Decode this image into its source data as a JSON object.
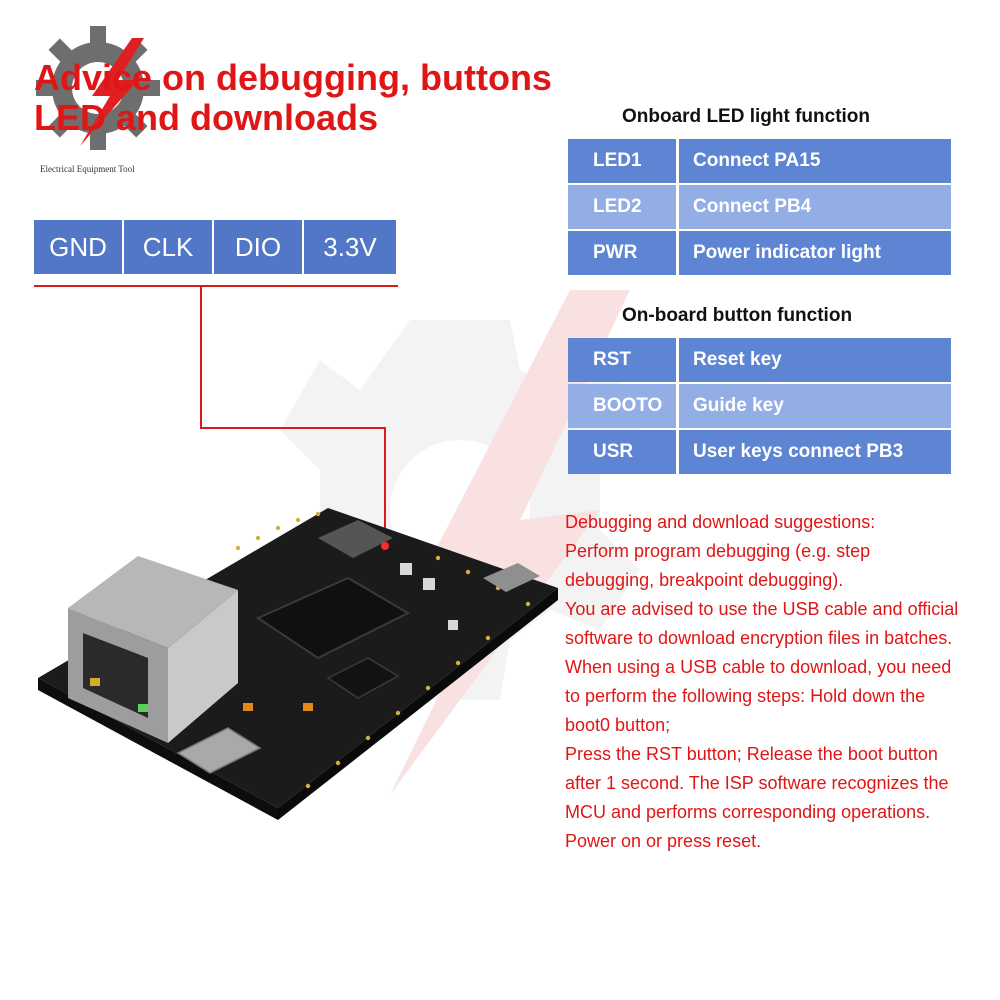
{
  "header": {
    "title_line1": "Advice on debugging, buttons",
    "title_line2": "LED and downloads",
    "brand_caption": "Electrical Equipment Tool"
  },
  "pins": [
    "GND",
    "CLK",
    "DIO",
    "3.3V"
  ],
  "led_section": {
    "heading": "Onboard LED light function",
    "rows": [
      {
        "name": "LED1",
        "desc": "Connect PA15"
      },
      {
        "name": "LED2",
        "desc": "Connect PB4"
      },
      {
        "name": "PWR",
        "desc": "Power indicator light"
      }
    ]
  },
  "button_section": {
    "heading": "On-board button function",
    "rows": [
      {
        "name": "RST",
        "desc": "Reset key"
      },
      {
        "name": "BOOTO",
        "desc": "Guide key"
      },
      {
        "name": "USR",
        "desc": "User keys connect PB3"
      }
    ]
  },
  "notes": [
    "Debugging and download suggestions:",
    "Perform program debugging (e.g. step debugging, breakpoint debugging).",
    "You are advised to use the USB cable and official software to download encryption files in batches.",
    "When using a USB cable to download, you need to perform the following steps: Hold down the boot0 button;",
    "Press the RST button; Release the boot button after 1 second. The ISP software recognizes the MCU and performs corresponding operations. Power on or press reset."
  ],
  "colors": {
    "title_red": "#e01515",
    "pin_blue": "#5277c6",
    "row_dark": "#5e85d3",
    "row_light": "#93aee4",
    "leader_red": "#d81b1b"
  },
  "icons": {
    "logo": "gear-lightning-logo-icon",
    "watermark": "gear-watermark-icon"
  }
}
